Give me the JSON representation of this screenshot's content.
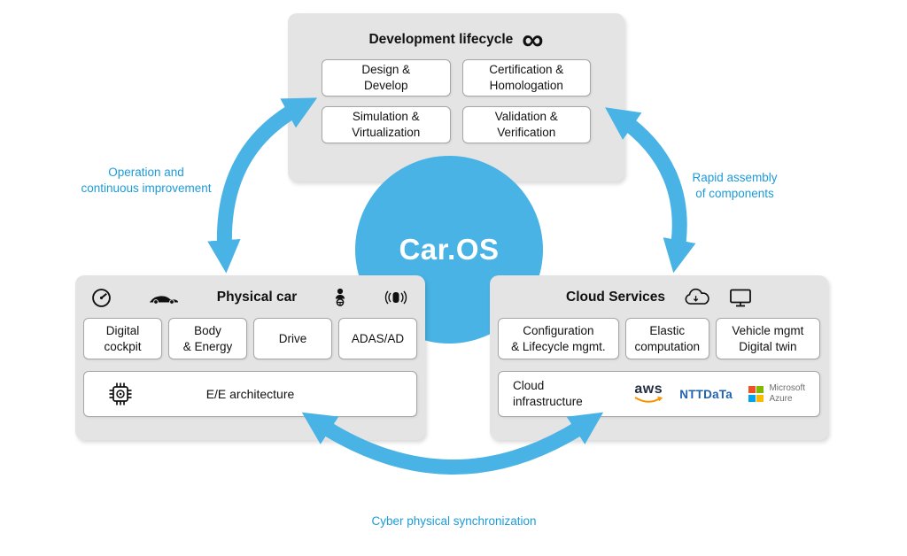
{
  "center": {
    "label": "Car.OS"
  },
  "colors": {
    "accent_blue": "#49b3e5",
    "label_blue": "#1d9bd8",
    "panel_gray": "#e4e4e4",
    "ntt_blue": "#1f63ad",
    "aws_orange": "#f79400",
    "ms_red": "#f25022",
    "ms_green": "#7fba00",
    "ms_blue": "#00a4ef",
    "ms_yellow": "#ffb900"
  },
  "flow_labels": {
    "left": "Operation and\ncontinuous improvement",
    "right": "Rapid assembly\nof components",
    "bottom": "Cyber physical synchronization"
  },
  "development": {
    "title": "Development lifecycle",
    "infinity_icon": "∞",
    "boxes": [
      "Design &\nDevelop",
      "Certification &\nHomologation",
      "Simulation &\nVirtualization",
      "Validation &\nVerification"
    ]
  },
  "physical": {
    "title": "Physical car",
    "boxes": [
      "Digital\ncockpit",
      "Body\n& Energy",
      "Drive",
      "ADAS/AD"
    ],
    "wide_box": "E/E architecture"
  },
  "cloud": {
    "title": "Cloud Services",
    "boxes": [
      "Configuration\n& Lifecycle mgmt.",
      "Elastic\ncomputation",
      "Vehicle mgmt\nDigital twin"
    ],
    "wide_box_label": "Cloud\ninfrastructure",
    "logos": {
      "aws": "aws",
      "ntt": "NTTDaTa",
      "microsoft": "Microsoft",
      "azure": "Azure"
    }
  }
}
